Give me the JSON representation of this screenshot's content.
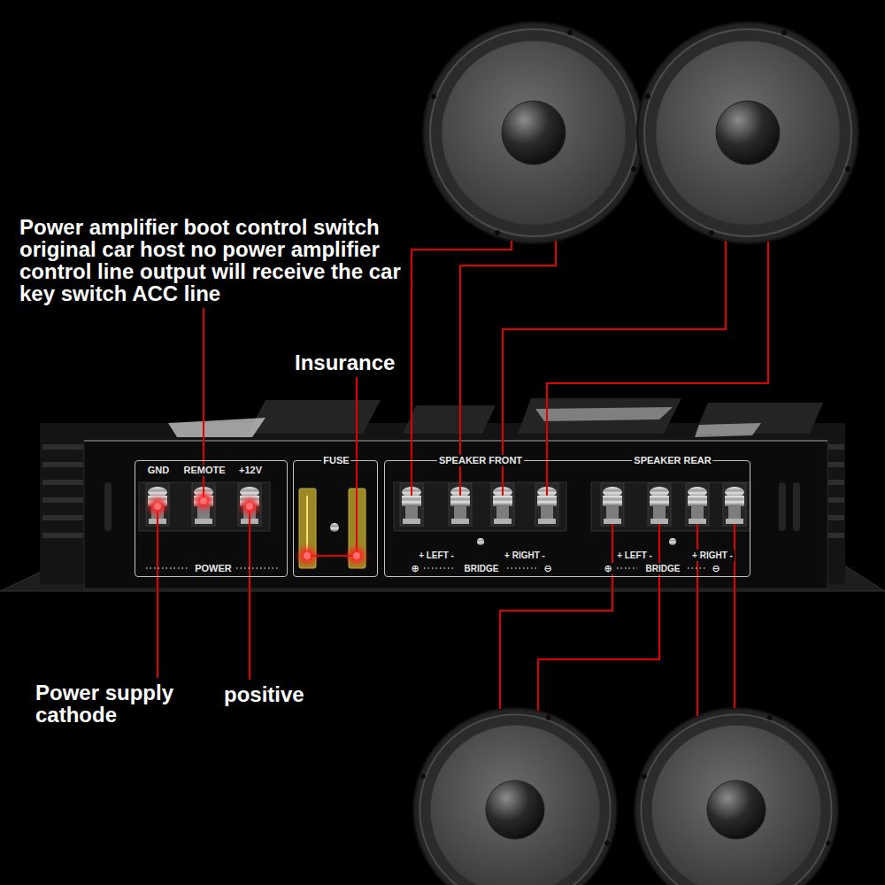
{
  "diagram": {
    "nodes": [
      {
        "text": [
          "GND",
          "REMOTE",
          "+12V",
          "POWER"
        ]
      },
      {
        "text": [
          "FUSE"
        ]
      },
      {
        "text": [
          "SPEAKER FRONT",
          "SPEAKER REAR",
          "+ LEFT -",
          "+ RIGHT -",
          "+ LEFT -",
          "+ RIGHT -",
          "⊕",
          "BRIDGE",
          "⊖",
          "⊕",
          "BRIDGE",
          "⊖"
        ]
      }
    ],
    "labels": [
      "Power amplifier boot control switch original car host no power amplifier control line output will receive the car key switch ACC line",
      "Insurance",
      "Power supply cathode",
      "positive"
    ]
  }
}
